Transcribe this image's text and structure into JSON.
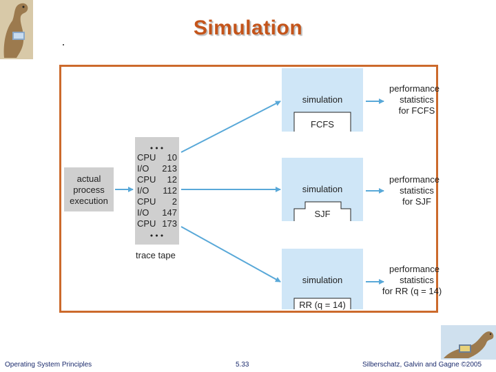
{
  "slide": {
    "title": "Simulation"
  },
  "diagram": {
    "process_box": [
      "actual",
      "process",
      "execution"
    ],
    "trace": {
      "dots": "•••",
      "rows": [
        {
          "op": "CPU",
          "val": "10"
        },
        {
          "op": "I/O",
          "val": "213"
        },
        {
          "op": "CPU",
          "val": "12"
        },
        {
          "op": "I/O",
          "val": "112"
        },
        {
          "op": "CPU",
          "val": "2"
        },
        {
          "op": "I/O",
          "val": "147"
        },
        {
          "op": "CPU",
          "val": "173"
        }
      ],
      "label": "trace tape"
    },
    "simulations": [
      {
        "label": "simulation",
        "algo": "FCFS",
        "stats": [
          "performance",
          "statistics",
          "for FCFS"
        ]
      },
      {
        "label": "simulation",
        "algo": "SJF",
        "stats": [
          "performance",
          "statistics",
          "for SJF"
        ]
      },
      {
        "label": "simulation",
        "algo": "RR (q = 14)",
        "stats": [
          "performance",
          "statistics",
          "for RR (q = 14)"
        ]
      }
    ]
  },
  "footer": {
    "left": "Operating System Principles",
    "center": "5.33",
    "right": "Silberschatz, Galvin and Gagne ©2005"
  },
  "colors": {
    "title": "#c4541a",
    "frame": "#cc6a2c",
    "panel": "#cfe6f7",
    "grey_box": "#cfcfcf",
    "arrow": "#58a8d8"
  }
}
